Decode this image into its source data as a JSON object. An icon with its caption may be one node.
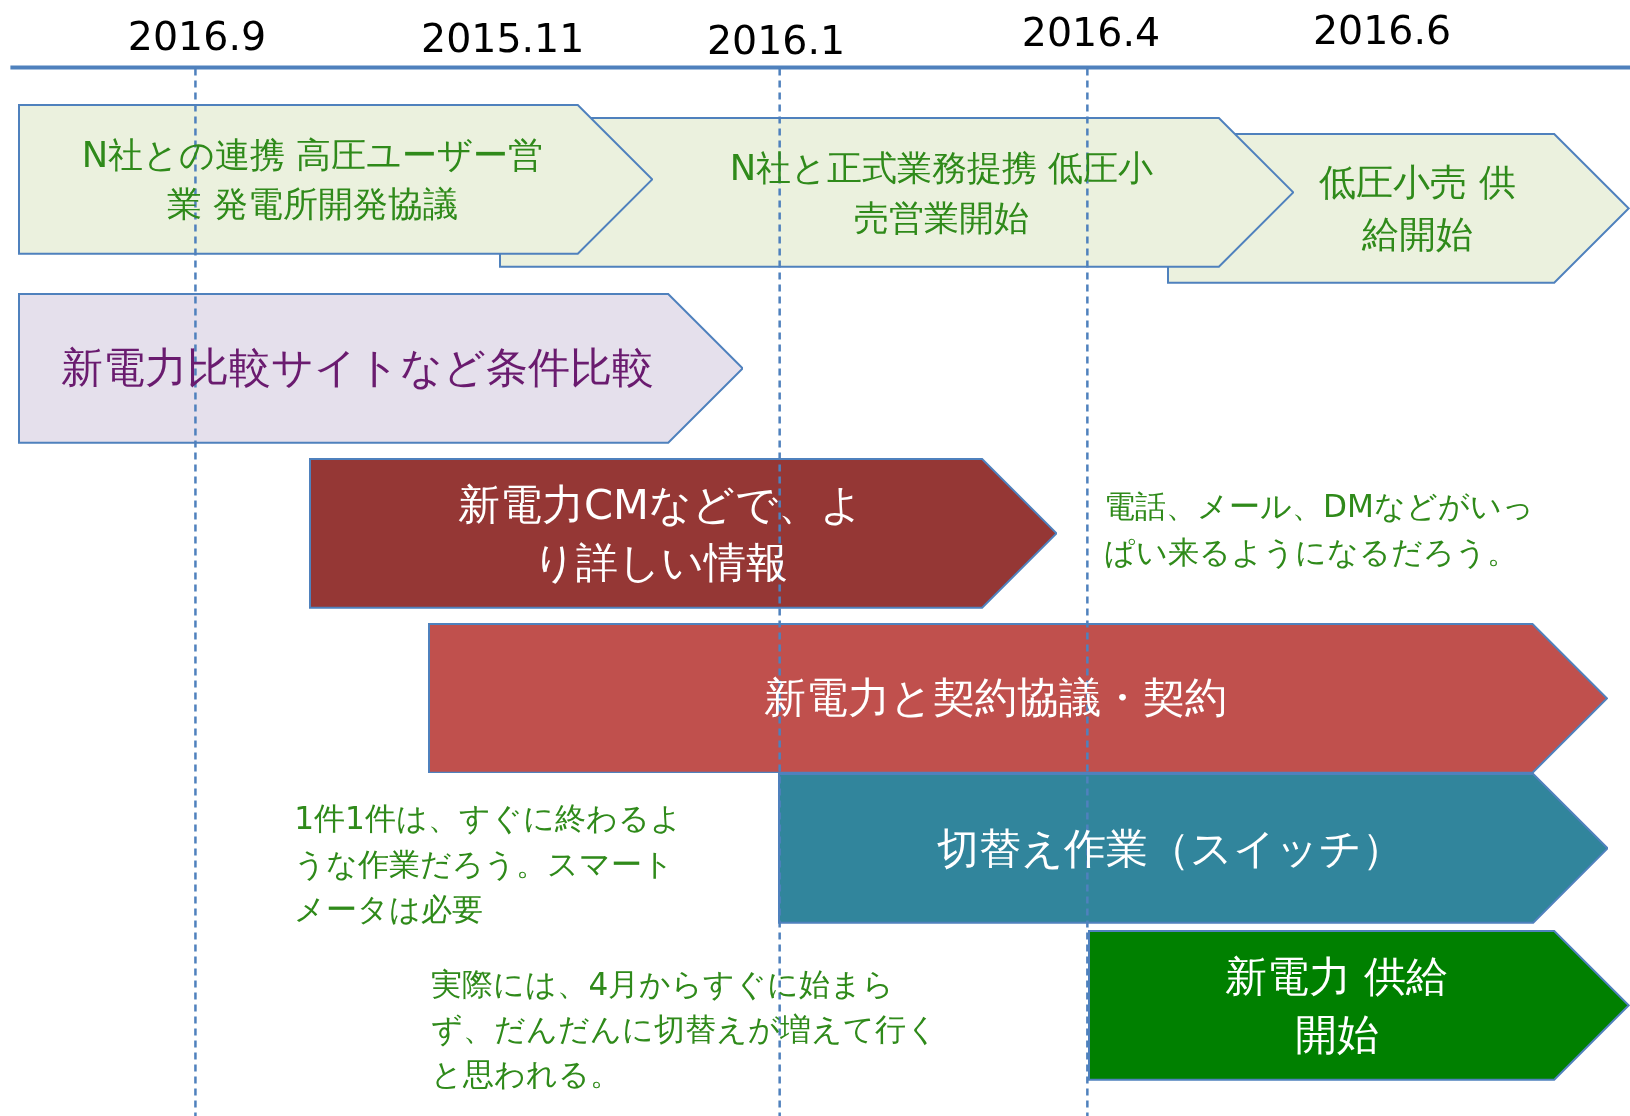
{
  "diagram": {
    "nodes": [
      {
        "text": [
          "N社との連携 高圧ユーザー営業 発電所開発協議"
        ]
      },
      {
        "text": [
          "N社と正式業務提携 低圧小売営業開始"
        ]
      },
      {
        "text": [
          "低圧小売 供給開始"
        ]
      },
      {
        "text": [
          "新電力比較サイトなど条件比較"
        ]
      },
      {
        "text": [
          "新電力CMなどで、より詳しい情報"
        ]
      },
      {
        "text": [
          "新電力と契約協議・契約"
        ]
      },
      {
        "text": [
          "切替え作業（スイッチ）"
        ]
      },
      {
        "text": [
          "新電力 供給開始"
        ]
      }
    ],
    "labels": [
      "2016.9",
      "2015.11",
      "2016.1",
      "2016.4",
      "2016.6",
      "電話、メール、DMなどがいっぱい来るようになるだろう。",
      "1件1件は、すぐに終わるような作業だろう。スマートメータは必要",
      "実際には、4月からすぐに始まらず、だんだんに切替えが増えて行くと思われる。"
    ]
  }
}
